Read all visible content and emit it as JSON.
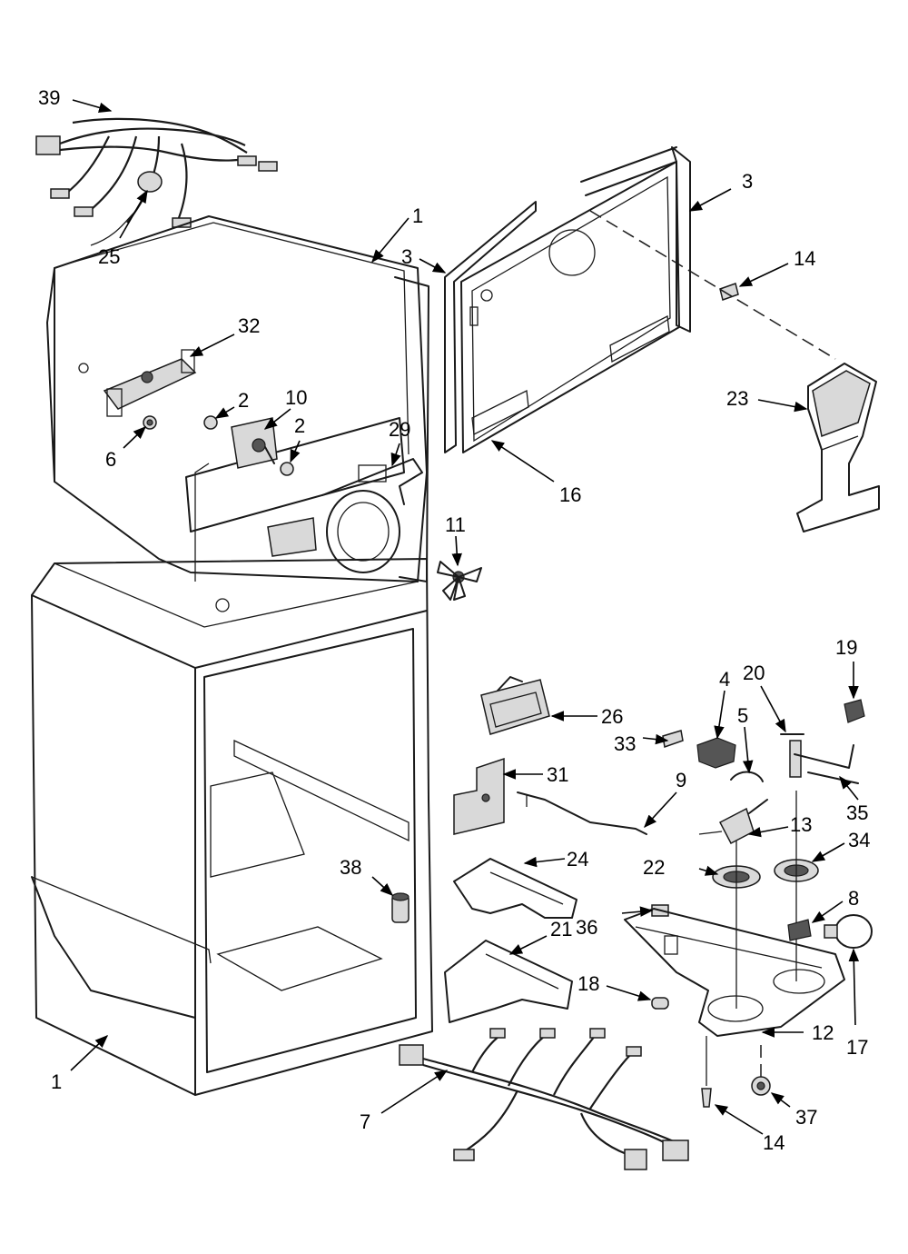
{
  "callouts": [
    {
      "id": "c39",
      "text": "39"
    },
    {
      "id": "c25",
      "text": "25"
    },
    {
      "id": "c1a",
      "text": "1"
    },
    {
      "id": "c3a",
      "text": "3"
    },
    {
      "id": "c3b",
      "text": "3"
    },
    {
      "id": "c14a",
      "text": "14"
    },
    {
      "id": "c32",
      "text": "32"
    },
    {
      "id": "c2a",
      "text": "2"
    },
    {
      "id": "c10",
      "text": "10"
    },
    {
      "id": "c2b",
      "text": "2"
    },
    {
      "id": "c6",
      "text": "6"
    },
    {
      "id": "c29",
      "text": "29"
    },
    {
      "id": "c16",
      "text": "16"
    },
    {
      "id": "c23",
      "text": "23"
    },
    {
      "id": "c11",
      "text": "11"
    },
    {
      "id": "c19",
      "text": "19"
    },
    {
      "id": "c20",
      "text": "20"
    },
    {
      "id": "c4",
      "text": "4"
    },
    {
      "id": "c5",
      "text": "5"
    },
    {
      "id": "c26",
      "text": "26"
    },
    {
      "id": "c33",
      "text": "33"
    },
    {
      "id": "c31",
      "text": "31"
    },
    {
      "id": "c9",
      "text": "9"
    },
    {
      "id": "c35",
      "text": "35"
    },
    {
      "id": "c13",
      "text": "13"
    },
    {
      "id": "c34",
      "text": "34"
    },
    {
      "id": "c22",
      "text": "22"
    },
    {
      "id": "c24",
      "text": "24"
    },
    {
      "id": "c38",
      "text": "38"
    },
    {
      "id": "c8",
      "text": "8"
    },
    {
      "id": "c36",
      "text": "36"
    },
    {
      "id": "c21",
      "text": "21"
    },
    {
      "id": "c18",
      "text": "18"
    },
    {
      "id": "c12",
      "text": "12"
    },
    {
      "id": "c17",
      "text": "17"
    },
    {
      "id": "c1b",
      "text": "1"
    },
    {
      "id": "c7",
      "text": "7"
    },
    {
      "id": "c37",
      "text": "37"
    },
    {
      "id": "c14b",
      "text": "14"
    }
  ]
}
